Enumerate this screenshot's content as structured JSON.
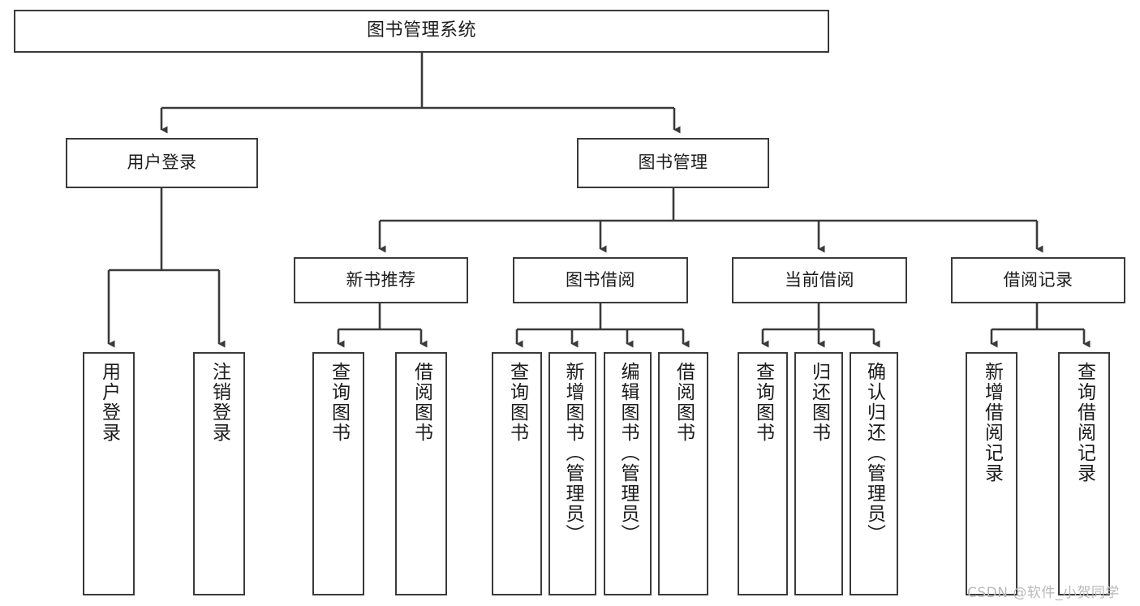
{
  "diagram": {
    "title": "图书管理系统",
    "watermark": "CSDN @软件_小贺同学",
    "colors": {
      "box_border": "#3a3a3a",
      "box_fill": "#ffffff",
      "edge": "#3a3a3a",
      "text": "#1b1b1b",
      "watermark": "#b9b9b9",
      "background": "#ffffff"
    },
    "nodes": {
      "root": {
        "label": "图书管理系统"
      },
      "level2": [
        {
          "id": "user-login",
          "label": "用户登录"
        },
        {
          "id": "book-management",
          "label": "图书管理"
        }
      ],
      "level3": [
        {
          "id": "new-book-recommend",
          "label": "新书推荐"
        },
        {
          "id": "book-borrow",
          "label": "图书借阅"
        },
        {
          "id": "current-borrow",
          "label": "当前借阅"
        },
        {
          "id": "borrow-record",
          "label": "借阅记录"
        }
      ],
      "leaves": {
        "user_login": [
          {
            "id": "leaf-user-login",
            "label": "用户登录"
          },
          {
            "id": "leaf-logout",
            "label": "注销登录"
          }
        ],
        "new_book_recommend": [
          {
            "id": "leaf-query-book-1",
            "label": "查询图书"
          },
          {
            "id": "leaf-borrow-book-1",
            "label": "借阅图书"
          }
        ],
        "book_borrow": [
          {
            "id": "leaf-query-book-2",
            "label": "查询图书"
          },
          {
            "id": "leaf-add-book",
            "label": "新增图书（管理员）"
          },
          {
            "id": "leaf-edit-book",
            "label": "编辑图书（管理员）"
          },
          {
            "id": "leaf-borrow-book-2",
            "label": "借阅图书"
          }
        ],
        "current_borrow": [
          {
            "id": "leaf-query-book-3",
            "label": "查询图书"
          },
          {
            "id": "leaf-return-book",
            "label": "归还图书"
          },
          {
            "id": "leaf-confirm-return",
            "label": "确认归还（管理员）"
          }
        ],
        "borrow_record": [
          {
            "id": "leaf-add-record",
            "label": "新增借阅记录"
          },
          {
            "id": "leaf-query-record",
            "label": "查询借阅记录"
          }
        ]
      }
    }
  }
}
